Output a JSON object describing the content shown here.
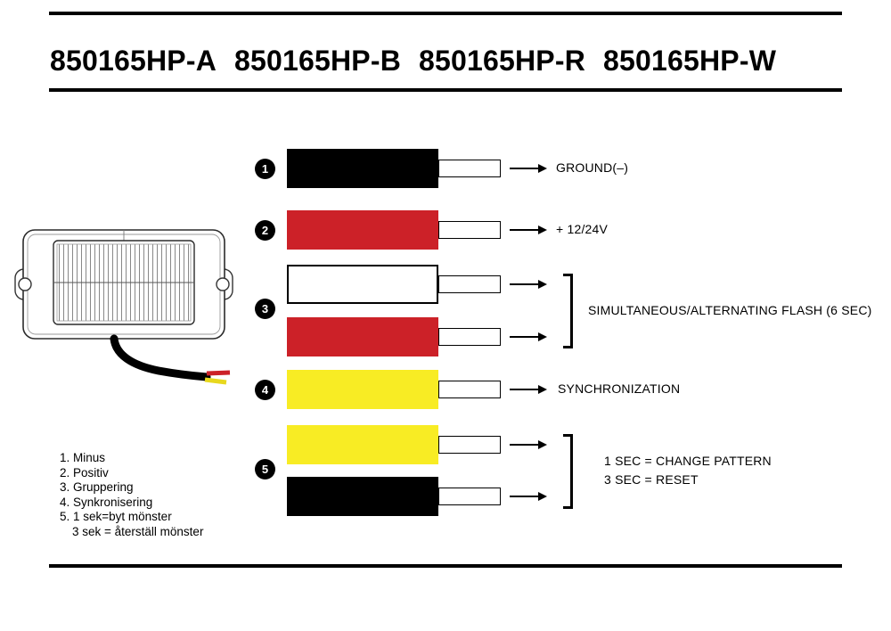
{
  "title": {
    "models": [
      "850165HP-A",
      "850165HP-B",
      "850165HP-R",
      "850165HP-W"
    ]
  },
  "colors": {
    "wire_black": "#000000",
    "wire_red": "#cc2128",
    "wire_yellow": "#f8ec24",
    "wire_white": "#ffffff"
  },
  "wires": {
    "w1": {
      "num": "1",
      "color": "#000000",
      "label": "GROUND(–)"
    },
    "w2": {
      "num": "2",
      "color": "#cc2128",
      "label": "+ 12/24V"
    },
    "w3": {
      "num": "3",
      "color_top": "#ffffff",
      "color_bottom": "#cc2128",
      "label": "SIMULTANEOUS/ALTERNATING FLASH (6 SEC)"
    },
    "w4": {
      "num": "4",
      "color": "#f8ec24",
      "label": "SYNCHRONIZATION"
    },
    "w5": {
      "num": "5",
      "color_top": "#f8ec24",
      "color_bottom": "#000000",
      "label_line1": "1 SEC = CHANGE PATTERN",
      "label_line2": "3 SEC = RESET"
    }
  },
  "legend": {
    "items": [
      "1. Minus",
      "2. Positiv",
      "3. Gruppering",
      "4. Synkronisering",
      "5. 1 sek=byt mönster",
      "3 sek = återställ mönster"
    ]
  }
}
